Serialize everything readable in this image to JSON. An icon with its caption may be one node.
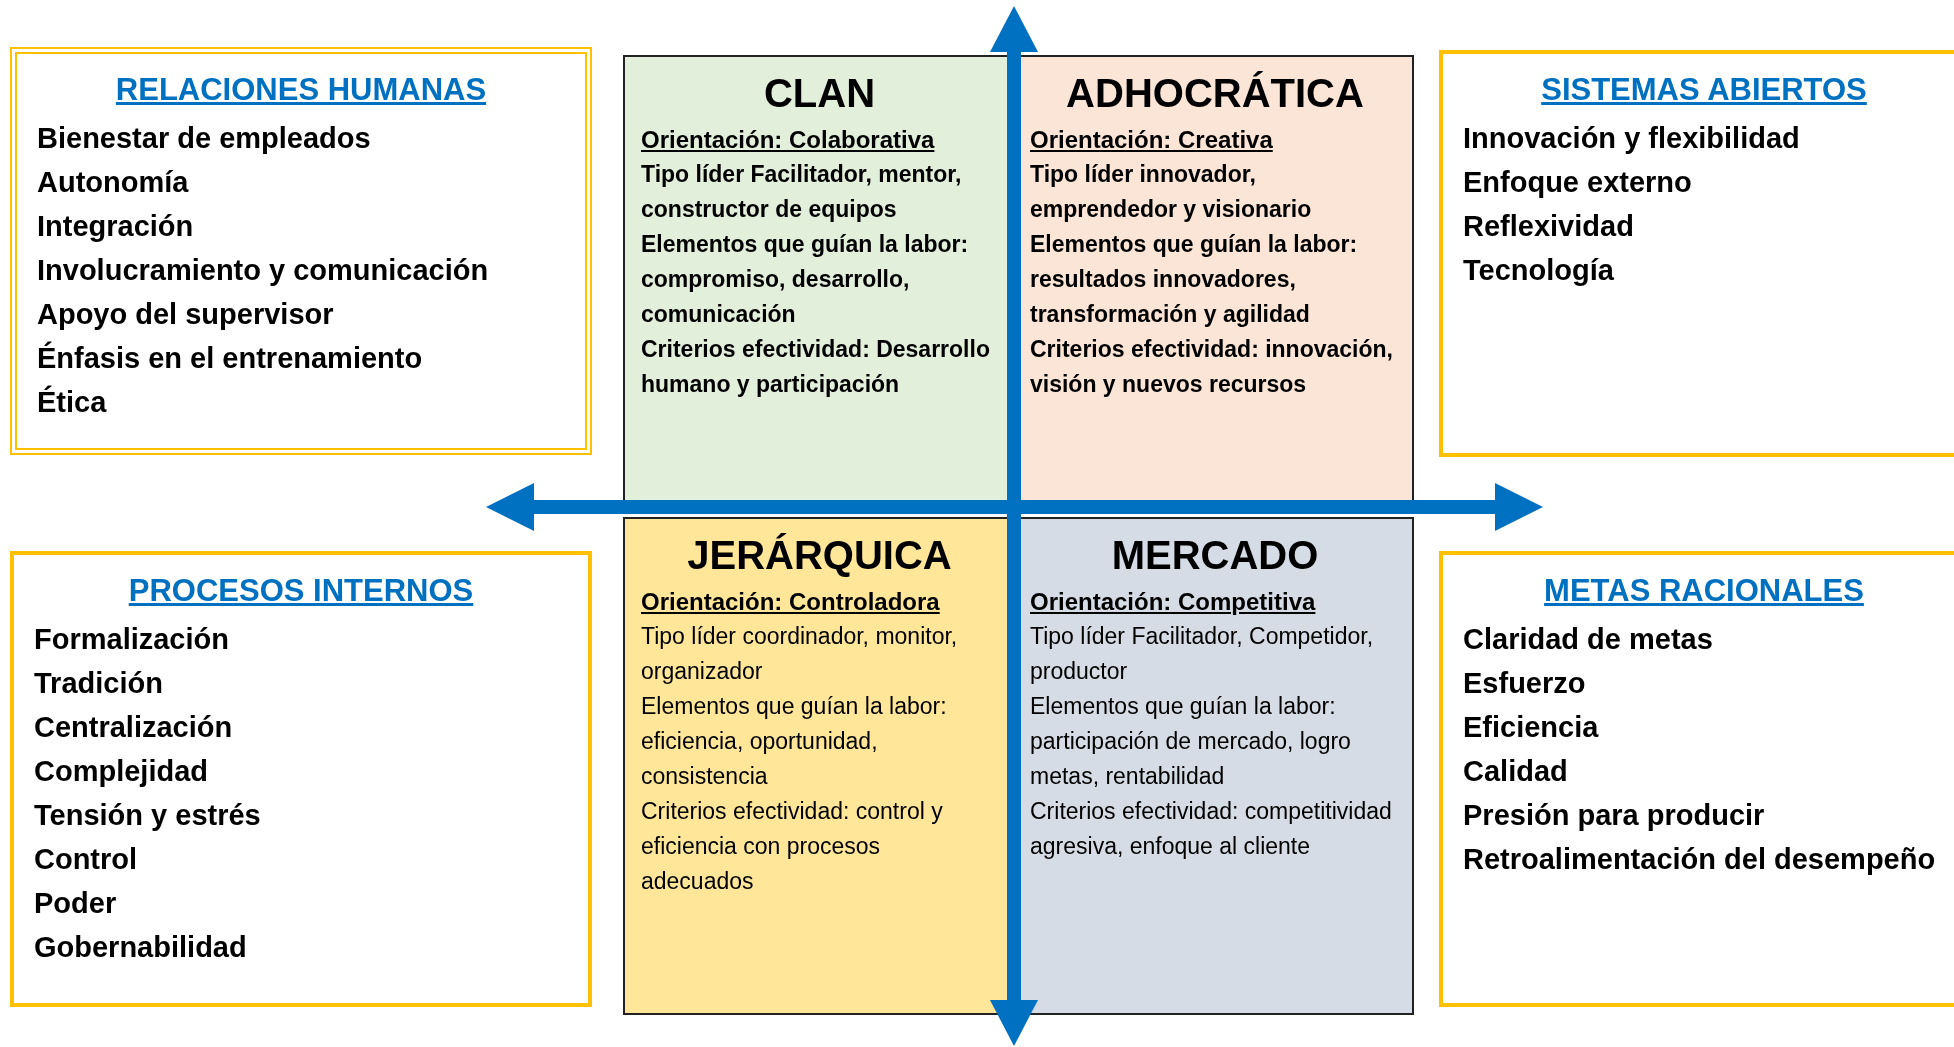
{
  "diagram": {
    "nodes": [
      {
        "text": [
          "RELACIONES HUMANAS",
          "Bienestar de empleados",
          "Autonomía",
          "Integración",
          "Involucramiento y comunicación",
          "Apoyo del supervisor",
          "Énfasis en el entrenamiento",
          "Ética"
        ]
      },
      {
        "text": [
          "CLAN",
          "Orientación: Colaborativa",
          "Tipo líder Facilitador, mentor, constructor de equipos",
          "Elementos que guían la labor: compromiso, desarrollo, comunicación",
          "Criterios efectividad: Desarrollo humano y participación"
        ]
      },
      {
        "text": [
          "ADHOCRÁTICA",
          "Orientación: Creativa",
          "Tipo líder innovador, emprendedor y visionario",
          "Elementos que guían la labor: resultados innovadores, transformación y agilidad",
          "Criterios efectividad: innovación, visión y nuevos recursos"
        ]
      },
      {
        "text": [
          "SISTEMAS ABIERTOS",
          "Innovación y flexibilidad",
          "Enfoque externo",
          "Reflexividad",
          "Tecnología"
        ]
      },
      {
        "text": [
          "PROCESOS INTERNOS",
          "Formalización",
          "Tradición",
          "Centralización",
          "Complejidad",
          "Tensión y estrés",
          "Control",
          "Poder",
          "Gobernabilidad"
        ]
      },
      {
        "text": [
          "JERÁRQUICA",
          "Orientación: Controladora",
          "Tipo líder coordinador, monitor, organizador",
          "Elementos que guían la labor: eficiencia, oportunidad, consistencia",
          "Criterios efectividad: control y eficiencia con procesos adecuados"
        ]
      },
      {
        "text": [
          "MERCADO",
          "Orientación: Competitiva",
          "Tipo líder Facilitador, Competidor, productor",
          "Elementos que guían la labor: participación de mercado, logro metas, rentabilidad",
          "Criterios efectividad: competitividad agresiva, enfoque al cliente"
        ]
      },
      {
        "text": [
          "METAS RACIONALES",
          "Claridad de metas",
          "Esfuerzo",
          "Eficiencia",
          "Calidad",
          "Presión para producir",
          "Retroalimentación del desempeño"
        ]
      }
    ],
    "edges": []
  }
}
